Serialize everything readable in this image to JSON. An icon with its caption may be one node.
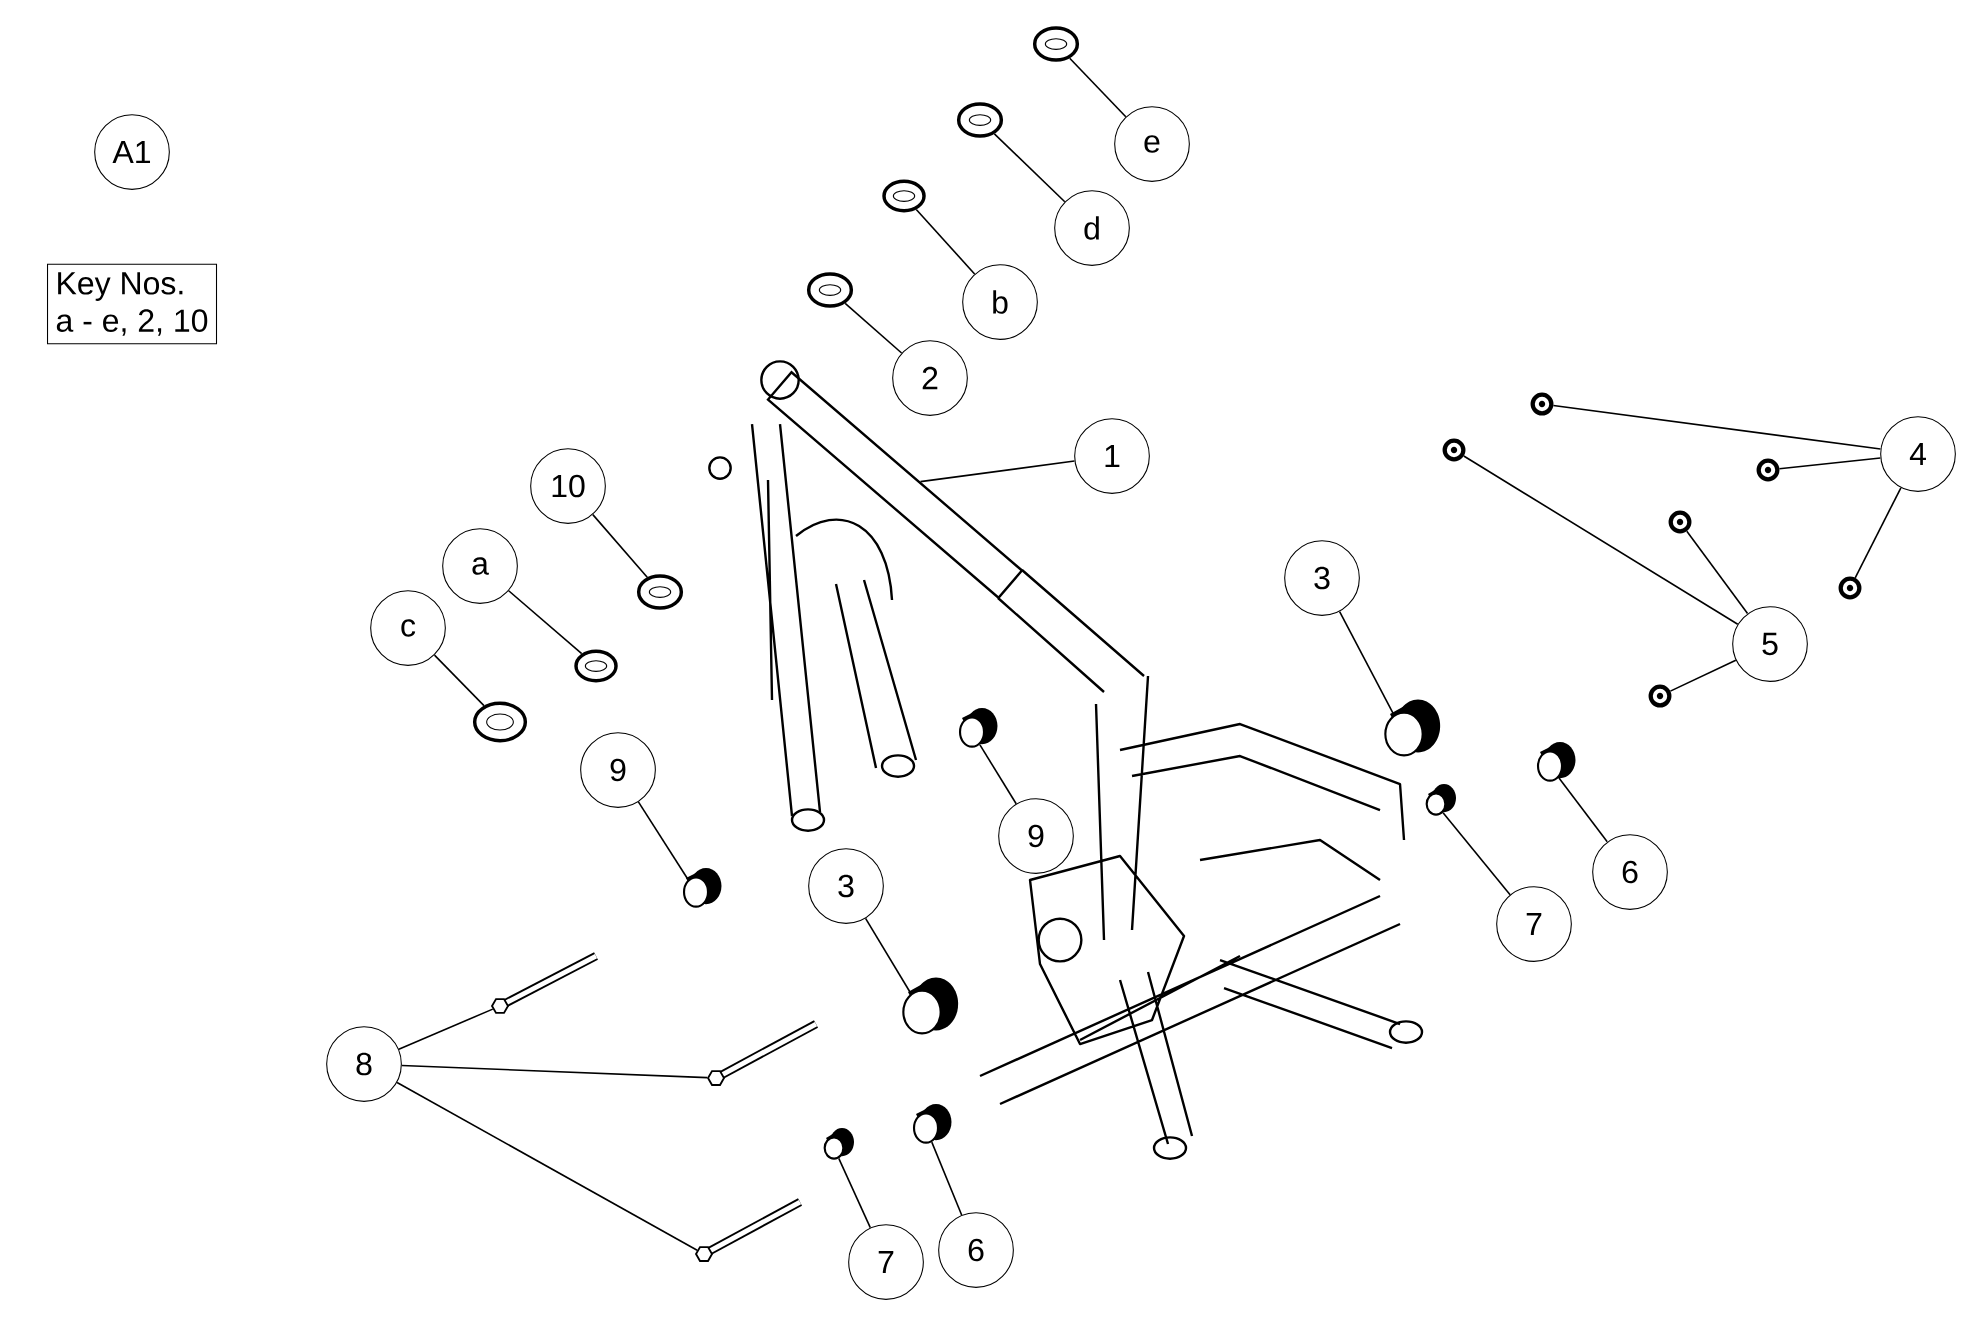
{
  "diagram": {
    "nodes": [
      {
        "text": [
          "A1"
        ]
      },
      {
        "text": [
          "Key Nos.",
          "a - e, 2, 10"
        ]
      },
      {
        "text": [],
        "shape": "circle"
      },
      {
        "text": [
          "e"
        ]
      },
      {
        "text": [],
        "shape": "circle"
      },
      {
        "text": [
          "d"
        ]
      },
      {
        "text": [],
        "shape": "circle"
      },
      {
        "text": [
          "b"
        ]
      },
      {
        "text": [],
        "shape": "circle"
      },
      {
        "text": [
          "2"
        ]
      },
      {
        "text": [
          "1"
        ]
      },
      {
        "text": [],
        "shape": "picture"
      },
      {
        "text": [
          "10"
        ]
      },
      {
        "text": [],
        "shape": "circle"
      },
      {
        "text": [
          "a"
        ]
      },
      {
        "text": [],
        "shape": "circle"
      },
      {
        "text": [
          "c"
        ]
      },
      {
        "text": [],
        "shape": "circle"
      },
      {
        "text": [
          "4"
        ]
      },
      {
        "text": [],
        "shape": "circle"
      },
      {
        "text": [],
        "shape": "circle"
      },
      {
        "text": [],
        "shape": "circle"
      },
      {
        "text": [
          "5"
        ]
      },
      {
        "text": [],
        "shape": "circle"
      },
      {
        "text": [],
        "shape": "circle"
      },
      {
        "text": [],
        "shape": "circle"
      },
      {
        "text": [
          "3"
        ]
      },
      {
        "text": [],
        "shape": "cylinder"
      },
      {
        "text": [
          "9"
        ]
      },
      {
        "text": [],
        "shape": "cylinder"
      },
      {
        "text": [],
        "shape": "cylinder"
      },
      {
        "text": [
          "9"
        ]
      },
      {
        "text": [
          "3"
        ]
      },
      {
        "text": [],
        "shape": "cylinder"
      },
      {
        "text": [
          "8"
        ]
      },
      {
        "text": [],
        "shape": "bar"
      },
      {
        "text": [],
        "shape": "bar"
      },
      {
        "text": [],
        "shape": "bar"
      },
      {
        "text": [],
        "shape": "cylinder"
      },
      {
        "text": [
          "7"
        ]
      },
      {
        "text": [],
        "shape": "cylinder"
      },
      {
        "text": [
          "6"
        ]
      },
      {
        "text": [],
        "shape": "cylinder"
      },
      {
        "text": [
          "7"
        ]
      },
      {
        "text": [],
        "shape": "cylinder"
      },
      {
        "text": [
          "6"
        ]
      }
    ],
    "edges": [
      {
        "from": 3,
        "to": 2,
        "arrow": "none"
      },
      {
        "from": 5,
        "to": 4,
        "arrow": "none"
      },
      {
        "from": 7,
        "to": 6,
        "arrow": "none"
      },
      {
        "from": 9,
        "to": 8,
        "arrow": "none"
      },
      {
        "from": 10,
        "to": 11,
        "arrow": "none"
      },
      {
        "from": 12,
        "to": 13,
        "arrow": "none"
      },
      {
        "from": 14,
        "to": 15,
        "arrow": "none"
      },
      {
        "from": 16,
        "to": 17,
        "arrow": "none"
      },
      {
        "from": 18,
        "to": 19,
        "arrow": "none"
      },
      {
        "from": 18,
        "to": 20,
        "arrow": "none"
      },
      {
        "from": 18,
        "to": 21,
        "arrow": "none"
      },
      {
        "from": 22,
        "to": 23,
        "arrow": "none"
      },
      {
        "from": 22,
        "to": 24,
        "arrow": "none"
      },
      {
        "from": 22,
        "to": 25,
        "arrow": "none"
      },
      {
        "from": 26,
        "to": 27,
        "arrow": "none"
      },
      {
        "from": 28,
        "to": 29,
        "arrow": "none"
      },
      {
        "from": 31,
        "to": 30,
        "arrow": "none"
      },
      {
        "from": 32,
        "to": 33,
        "arrow": "none"
      },
      {
        "from": 34,
        "to": 35,
        "arrow": "none"
      },
      {
        "from": 34,
        "to": 36,
        "arrow": "none"
      },
      {
        "from": 34,
        "to": 37,
        "arrow": "none"
      },
      {
        "from": 39,
        "to": 38,
        "arrow": "none"
      },
      {
        "from": 41,
        "to": 40,
        "arrow": "none"
      },
      {
        "from": 43,
        "to": 42,
        "arrow": "none"
      },
      {
        "from": 45,
        "to": 44,
        "arrow": "none"
      }
    ]
  }
}
